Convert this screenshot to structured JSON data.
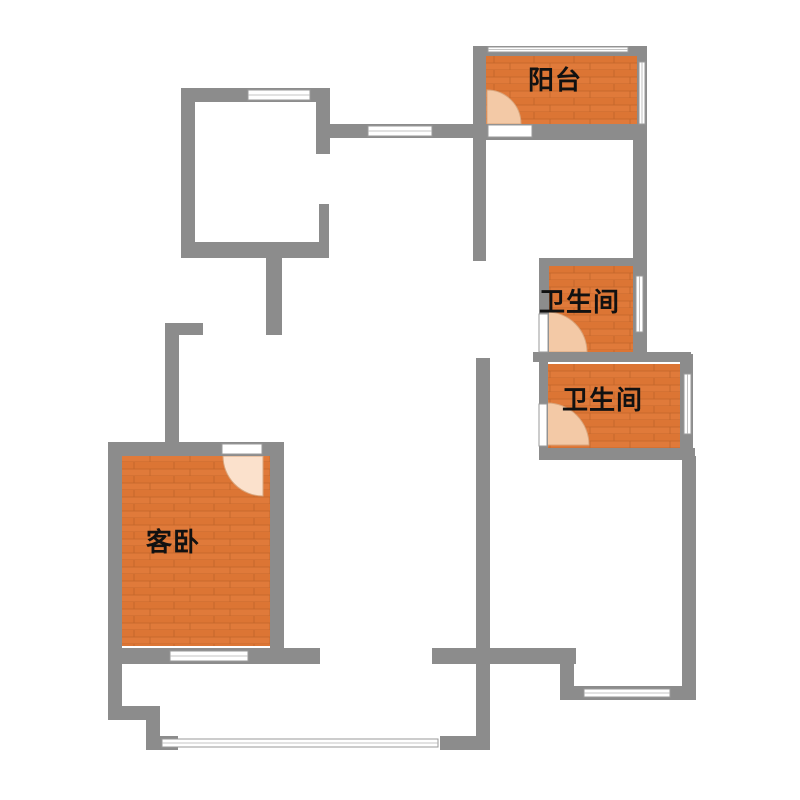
{
  "colors": {
    "wall": "#8c8c8c",
    "floor": "#e07a3a",
    "plank_dark": "#c96a2c",
    "door_swing": "#f3c9a6",
    "window": "#ffffff",
    "background": "#ffffff"
  },
  "rooms": {
    "balcony": {
      "label": "阳台"
    },
    "bath1": {
      "label": "卫生间"
    },
    "bath2": {
      "label": "卫生间"
    },
    "guest": {
      "label": "客卧"
    }
  }
}
